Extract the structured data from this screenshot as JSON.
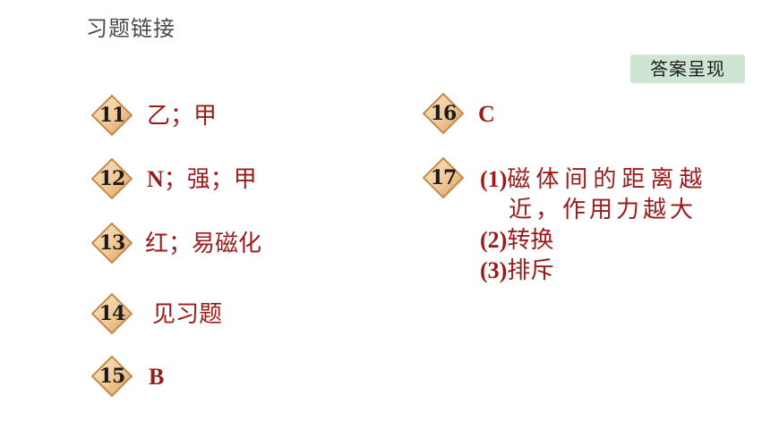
{
  "header": {
    "title": "习题链接",
    "answer_button": "答案呈现"
  },
  "colors": {
    "answer_text": "#9b1b1b",
    "badge_fill": "#f0c896",
    "badge_border": "#c48a4a",
    "button_bg": "#cfe5d3"
  },
  "items": [
    {
      "num": "11",
      "answer": "乙；甲"
    },
    {
      "num": "12",
      "answer_latin": "N",
      "answer": "；强；甲"
    },
    {
      "num": "13",
      "answer": "红；易磁化"
    },
    {
      "num": "14",
      "answer": "见习题"
    },
    {
      "num": "15",
      "answer_latin": "B"
    },
    {
      "num": "16",
      "answer_latin": "C"
    },
    {
      "num": "17",
      "lines": [
        {
          "prefix": "(1)",
          "text": "磁体间的距离越"
        },
        {
          "prefix": "",
          "text": "近，作用力越大"
        },
        {
          "prefix": "(2)",
          "text": "转换"
        },
        {
          "prefix": "(3)",
          "text": "排斥"
        }
      ]
    }
  ]
}
